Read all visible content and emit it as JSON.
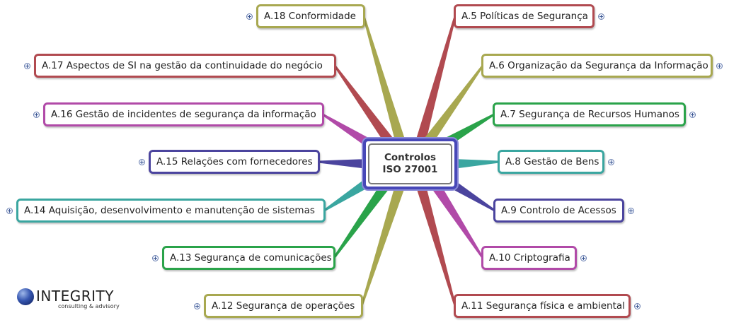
{
  "center": {
    "line1": "Controlos",
    "line2": "ISO 27001"
  },
  "branches": [
    {
      "id": "a18",
      "label": "A.18 Conformidade",
      "color": "#a8a850"
    },
    {
      "id": "a5",
      "label": "A.5 Políticas de Segurança",
      "color": "#b14a50"
    },
    {
      "id": "a17",
      "label": "A.17  Aspectos de SI na gestão da  continuidade do negócio",
      "color": "#b14a50"
    },
    {
      "id": "a6",
      "label": "A.6 Organização da Segurança da Informação",
      "color": "#a8a850"
    },
    {
      "id": "a16",
      "label": "A.16 Gestão de incidentes  de segurança da informação",
      "color": "#b14aa8"
    },
    {
      "id": "a7",
      "label": "A.7 Segurança de Recursos Humanos",
      "color": "#2aa34a"
    },
    {
      "id": "a15",
      "label": "A.15 Relações com fornecedores",
      "color": "#4b449e"
    },
    {
      "id": "a8",
      "label": "A.8 Gestão de Bens",
      "color": "#3aa6a0"
    },
    {
      "id": "a14",
      "label": "A.14  Aquisição, desenvolvimento e manutenção de sistemas",
      "color": "#3aa6a0"
    },
    {
      "id": "a9",
      "label": "A.9 Controlo de Acessos",
      "color": "#4b449e"
    },
    {
      "id": "a13",
      "label": "A.13 Segurança de comunicações",
      "color": "#2aa34a"
    },
    {
      "id": "a10",
      "label": "A.10 Criptografia",
      "color": "#b14aa8"
    },
    {
      "id": "a12",
      "label": "A.12  Segurança de operações",
      "color": "#a8a850"
    },
    {
      "id": "a11",
      "label": "A.11 Segurança física e ambiental",
      "color": "#b14a50"
    }
  ],
  "logo": {
    "name": "INTEGRITY",
    "tagline": "consulting & advisory"
  }
}
